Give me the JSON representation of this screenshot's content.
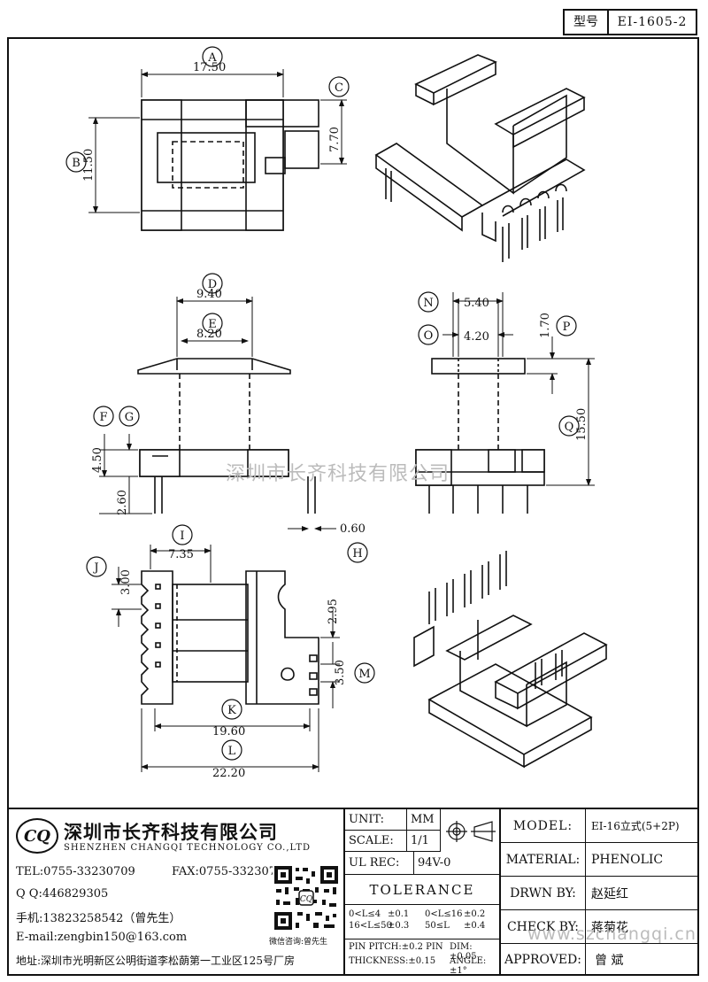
{
  "part_number": {
    "label": "型号",
    "value": "EI-1605-2"
  },
  "watermark": {
    "cn": "深圳市长齐科技有限公司",
    "url": "www.szchangqi.cn"
  },
  "dimensions": {
    "A": "17.50",
    "B": "11.50",
    "C": "7.70",
    "D": "9.40",
    "E": "8.20",
    "F": "4.50",
    "G": "2.60",
    "H": "0.60",
    "N": "5.40",
    "O": "4.20",
    "P": "1.70",
    "Q": "15.50",
    "I": "7.35",
    "J": "3.00",
    "K": "19.60",
    "L": "22.20",
    "M": "3.50",
    "X": "2.95"
  },
  "company": {
    "logo": "CQ",
    "name_cn": "深圳市长齐科技有限公司",
    "name_en": "SHENZHEN CHANGQI TECHNOLOGY CO.,LTD",
    "tel": "TEL:0755-33230709",
    "fax": "FAX:0755-33230710",
    "qq": "Q Q:446829305",
    "mobile": "手机:13823258542（曾先生）",
    "email": "E-mail:zengbin150@163.com",
    "address": "地址:深圳市光明新区公明街道李松蓢第一工业区125号厂房",
    "qr_caption": "微信咨询:曾先生"
  },
  "specs": {
    "unit_label": "UNIT:",
    "unit_value": "MM",
    "scale_label": "SCALE:",
    "scale_value": "1/1",
    "ulrec_label": "UL REC:",
    "ulrec_value": "94V-0",
    "tolerance_label": "TOLERANCE",
    "tol_row1": [
      "0<L≤4",
      "±0.1",
      "0<L≤16",
      "±0.2"
    ],
    "tol_row2": [
      "16<L≤50",
      "±0.3",
      "50≤L",
      "±0.4"
    ],
    "pin_pitch": "PIN PITCH:±0.2 PIN",
    "dim": "DIM:±0.05",
    "thickness": "THICKNESS:±0.15",
    "angle": "ANGLE:±1°"
  },
  "titleblock": {
    "model_label": "MODEL:",
    "model_value": "EI-16立式(5+2P)",
    "material_label": "MATERIAL:",
    "material_value": "PHENOLIC",
    "drawn_label": "DRWN BY:",
    "drawn_value": "赵延红",
    "check_label": "CHECK BY:",
    "check_value": "蒋菊花",
    "approved_label": "APPROVED:",
    "approved_value": "曾 斌"
  }
}
